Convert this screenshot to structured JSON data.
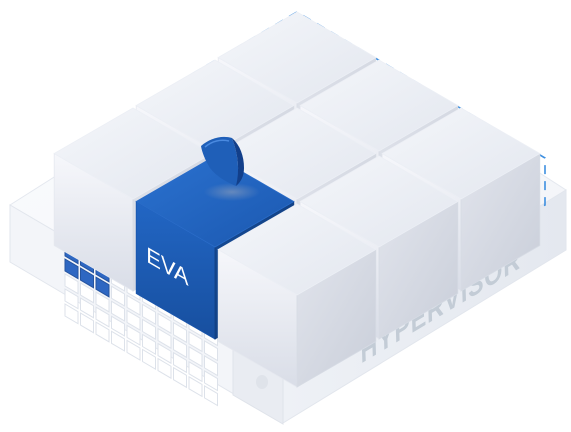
{
  "labels": {
    "highlighted_block": "EVA",
    "platform": "HYPERVISOR"
  },
  "icons": {
    "shield": "shield-icon"
  },
  "colors": {
    "accent_blue": "#1f5fb8",
    "accent_blue_dark": "#123f8a",
    "dashed_outline": "#3d8fe0",
    "platform_text": "#c3ccd6",
    "led_active": "#2e67c2"
  },
  "led_panel": {
    "rows": 5,
    "cols": 10,
    "active_rows": 2,
    "active_cols": 3
  },
  "grid": {
    "rows": 3,
    "cols": 3
  }
}
